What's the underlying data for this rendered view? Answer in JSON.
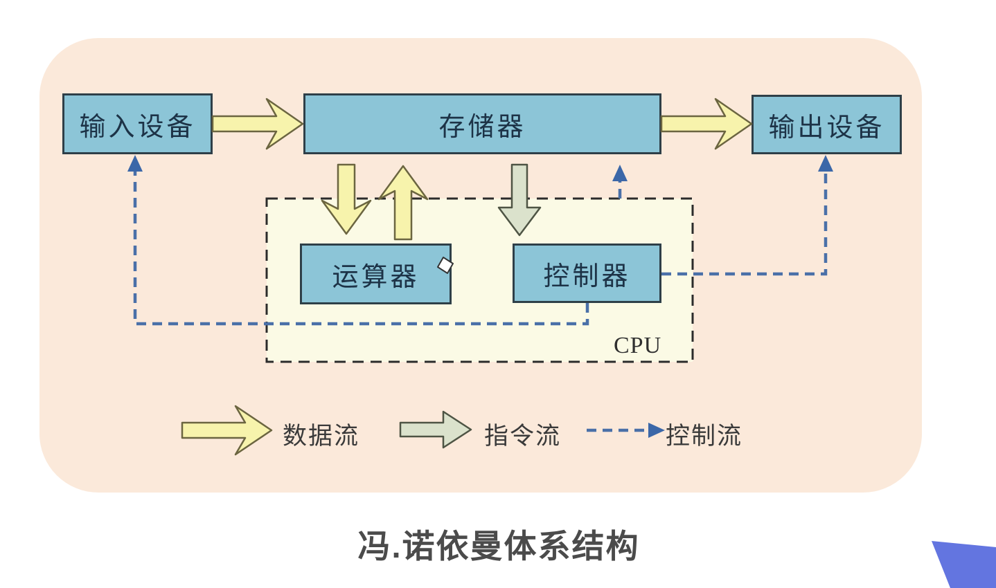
{
  "diagram": {
    "caption": "冯.诺依曼体系结构",
    "cpu_group_label": "CPU",
    "boxes": {
      "input_device": {
        "label": "输入设备"
      },
      "memory": {
        "label": "存储器"
      },
      "output_device": {
        "label": "输出设备"
      },
      "alu": {
        "label": "运算器"
      },
      "control_unit": {
        "label": "控制器"
      }
    },
    "arrows": {
      "data_flow_pairs": [
        "输入设备→存储器",
        "存储器→输出设备",
        "存储器→运算器",
        "运算器→存储器"
      ],
      "instruction_flow_pairs": [
        "存储器→控制器"
      ],
      "control_flow_pairs": [
        "控制器→输入设备",
        "控制器→输出设备",
        "CPU→存储器"
      ]
    }
  },
  "legend": {
    "items": [
      {
        "icon": "data-flow-arrow",
        "label": "数据流"
      },
      {
        "icon": "instruction-flow-arrow",
        "label": "指令流"
      },
      {
        "icon": "control-flow-arrow",
        "label": "控制流"
      }
    ]
  },
  "colors": {
    "page_bg": "#ffffff",
    "panel_bg": "#fbe9da",
    "cpu_region_bg": "#fbfae5",
    "box_fill": "#8cc5d7",
    "box_border": "#2e3f48",
    "box_text": "#1d3347",
    "data_arrow_fill": "#f7f3ac",
    "data_arrow_stroke": "#6b6540",
    "instruction_arrow_fill": "#dbe2cc",
    "instruction_arrow_stroke": "#4e5444",
    "control_line": "#4a70a8",
    "caption_text": "#4b4b4b",
    "corner_triangle": "#6375e0"
  }
}
